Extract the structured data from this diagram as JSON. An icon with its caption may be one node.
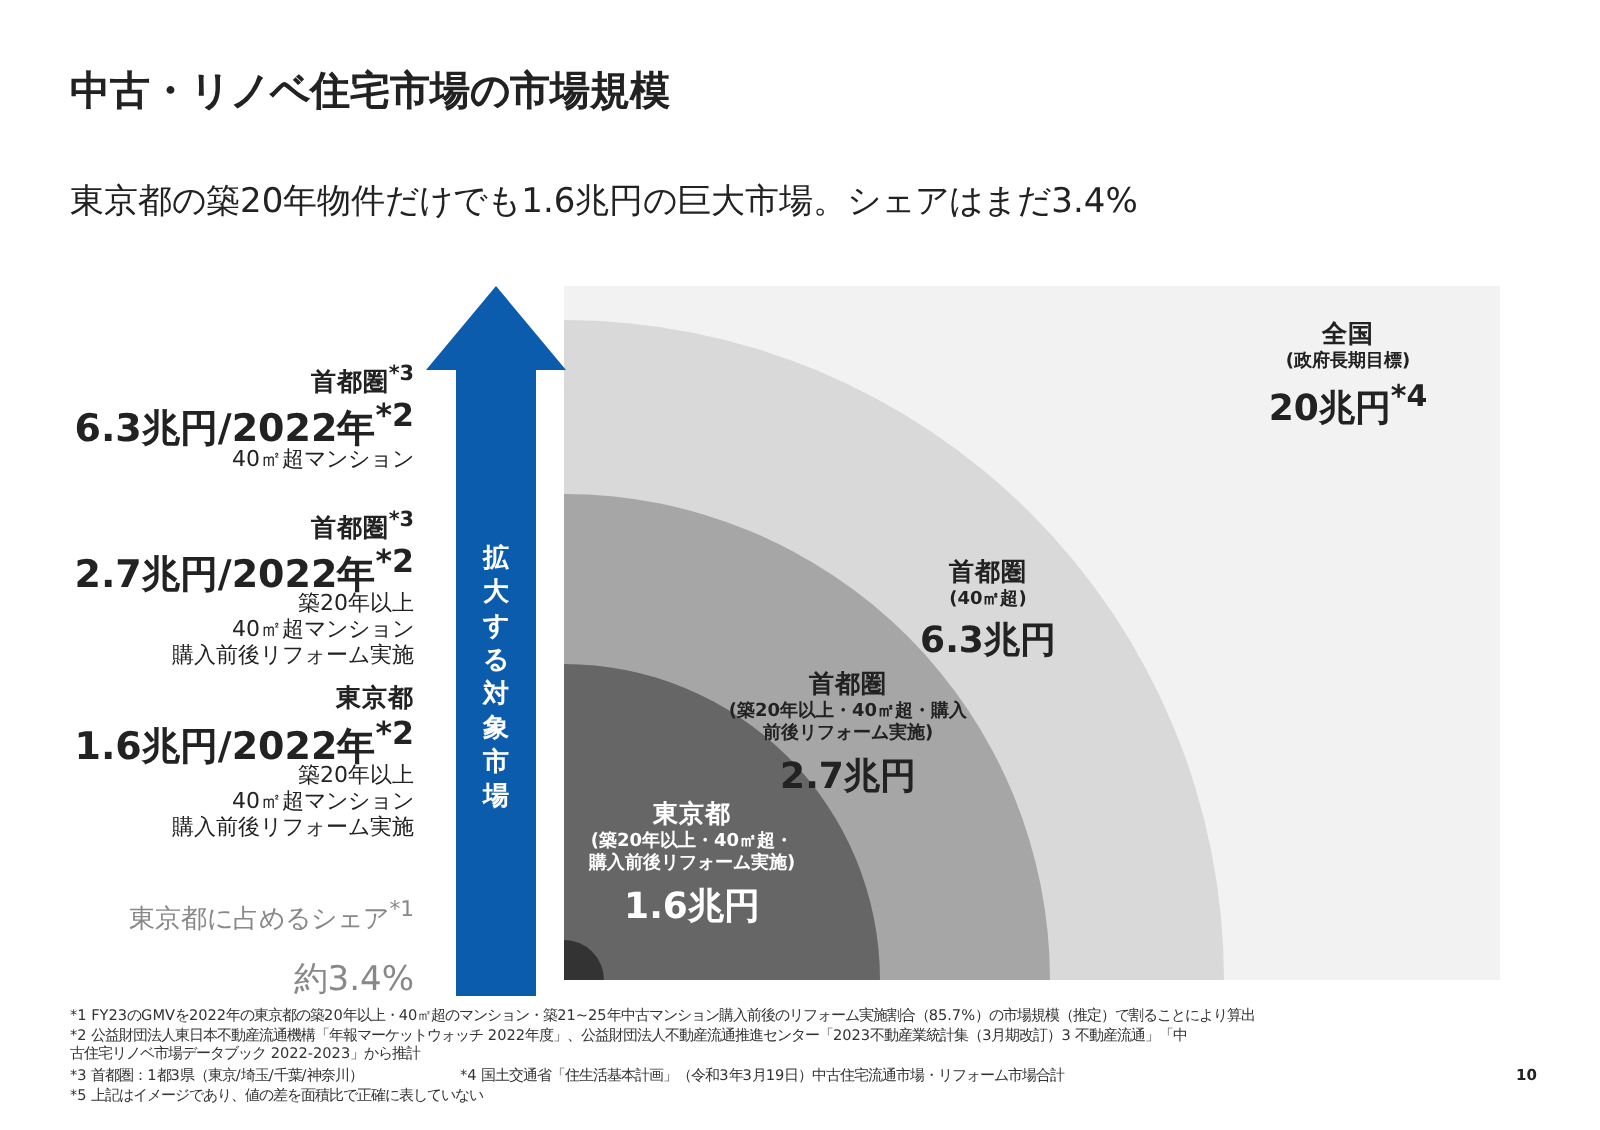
{
  "diagram": {
    "title": "中古・リノベ住宅市場の市場規模",
    "nodes": [
      {
        "text": [
          "全国",
          "(政府長期目標)",
          "20兆円$^{*4}$"
        ]
      },
      {
        "text": [
          "首都圏",
          "(40㎡超)",
          "6.3兆円"
        ]
      },
      {
        "text": [
          "首都圏",
          "(築20年以上・40㎡超・購入前後リフォーム実施)",
          "2.7兆円"
        ]
      },
      {
        "text": [
          "東京都",
          "(築20年以上・40㎡超・購入前後リフォーム実施)",
          "1.6兆円"
        ]
      },
      {
        "text": [],
        "shape": "circle"
      },
      {
        "text": [
          "拡大する対象市場"
        ]
      }
    ],
    "edges": [],
    "labels": [
      "東京都の築20年物件だけでも1.6兆円の巨大市場。シェアはまだ3.4%",
      "首都圏$^{*3}$",
      "6.3兆円/2022年$^{*2}$",
      "40㎡超マンション",
      "首都圏$^{*3}$",
      "2.7兆円/2022年$^{*2}$",
      "築20年以上",
      "40㎡超マンション",
      "購入前後リフォーム実施",
      "東京都",
      "1.6兆円/2022年$^{*2}$",
      "築20年以上",
      "40㎡超マンション",
      "購入前後リフォーム実施",
      "東京都に占めるシェア$^{*1}$",
      "約3.4%",
      "*1 FY23のGMVを2022年の東京都の築20年以上・40㎡超のマンション・築21~25年中古マンション購入前後のリフォーム実施割合（85.7%）の市場規模（推定）で割ることにより算出",
      "*2 公益財団法人東日本不動産流通機構「年報マーケットウォッチ 2022年度」、公益財団法人不動産流通推進センター「2023不動産業統計集（3月期改訂）3 不動産流通」「中古住宅リノベ市場データブック 2022-2023」から推計",
      "*3 首都圏：1都3県（東京/埼玉/千葉/神奈川）",
      "*4 国土交通省「住生活基本計画」（令和3年3月19日）中古住宅流通市場・リフォーム市場合計",
      "*5 上記はイメージであり、値の差を面積比で正確に表していない",
      "10"
    ]
  }
}
